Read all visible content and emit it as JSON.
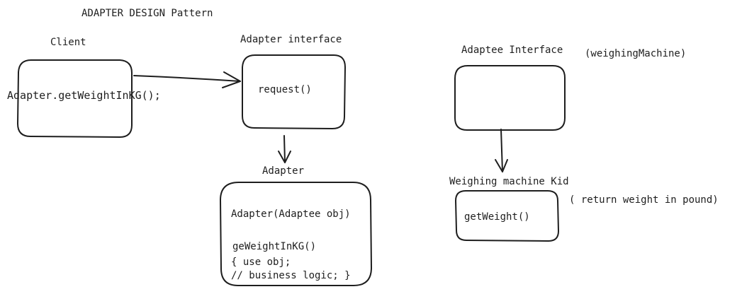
{
  "title": "ADAPTER DESIGN Pattern",
  "client": {
    "label": "Client",
    "call": "Adapter.getWeightInKG();"
  },
  "adapter_interface": {
    "label": "Adapter interface",
    "method": "request()"
  },
  "adapter": {
    "label": "Adapter",
    "constructor": "Adapter(Adaptee obj)",
    "method": "geWeightInKG()",
    "body_line1": "{ use obj;",
    "body_line2": "// business logic; }"
  },
  "adaptee_interface": {
    "label": "Adaptee Interface",
    "note": "(weighingMachine)"
  },
  "weighing_machine_kid": {
    "label": "Weighing machine Kid",
    "method": "getWeight()",
    "note": "( return weight in pound)"
  },
  "colors": {
    "stroke": "#1e1e1e",
    "background": "#ffffff"
  }
}
